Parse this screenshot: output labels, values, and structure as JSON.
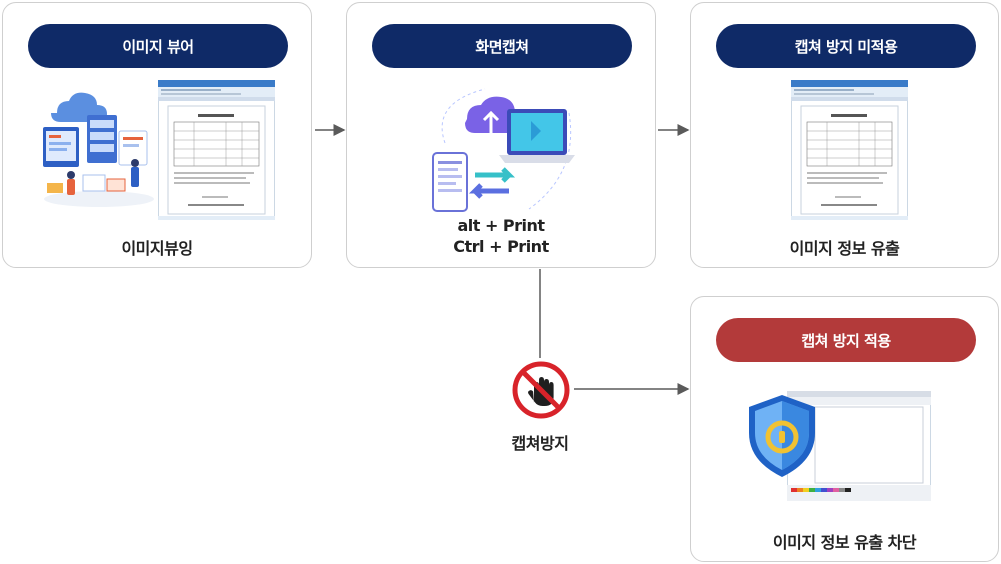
{
  "steps": {
    "viewer": {
      "title": "이미지 뷰어",
      "caption": "이미지뷰잉"
    },
    "capture": {
      "title": "화면캡쳐",
      "keys_line1": "alt + Print",
      "keys_line2": "Ctrl + Print"
    },
    "no_protect": {
      "title": "캡쳐 방지 미적용",
      "caption": "이미지 정보 유출"
    },
    "protect": {
      "title": "캡쳐 방지 적용",
      "caption": "이미지 정보 유출 차단"
    }
  },
  "block": {
    "label": "캡쳐방지"
  },
  "icons": {
    "viewer_illustration": "web-server-illustration",
    "document_preview": "document-preview-image",
    "capture_illustration": "screen-capture-illustration",
    "block_icon": "stop-hand-icon",
    "shield_icon": "security-shield-icon"
  },
  "colors": {
    "navy_pill": "#0f2a67",
    "red_pill": "#b33a3a",
    "arrow": "#5a5a5a",
    "stop_red": "#d8232a"
  }
}
